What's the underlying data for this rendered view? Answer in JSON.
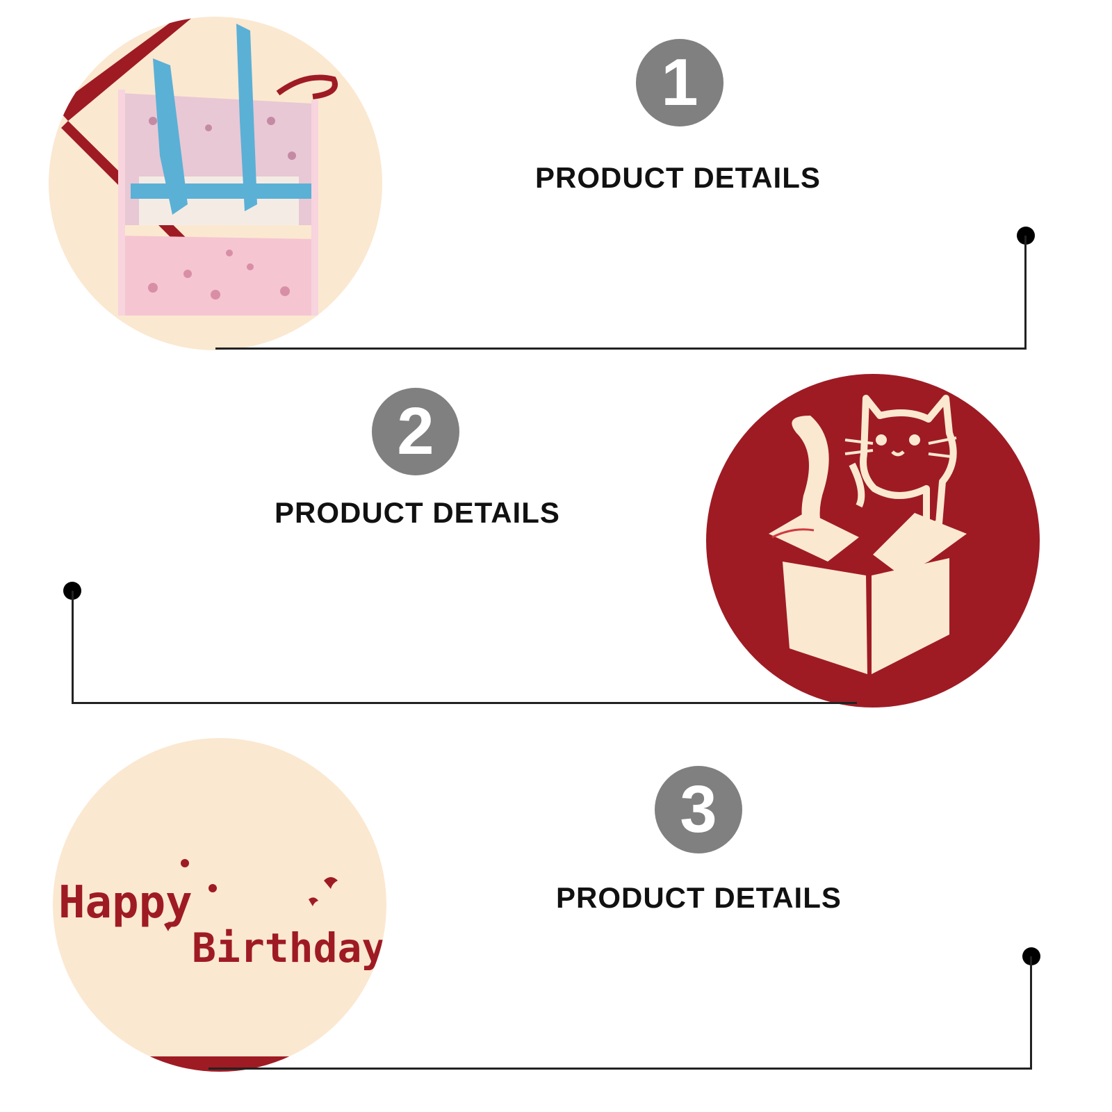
{
  "sections": [
    {
      "number": "1",
      "heading": "PRODUCT DETAILS"
    },
    {
      "number": "2",
      "heading": "PRODUCT DETAILS"
    },
    {
      "number": "3",
      "heading": "PRODUCT DETAILS"
    }
  ],
  "photos": {
    "third": {
      "caption_line1": "Happy",
      "caption_line2": "Birthday"
    }
  },
  "colors": {
    "badge": "#808080",
    "card_red": "#9e1b24",
    "card_cream": "#fbe8d0",
    "box_pink": "#f5c5d2",
    "figure_blue": "#5bb0d6"
  }
}
